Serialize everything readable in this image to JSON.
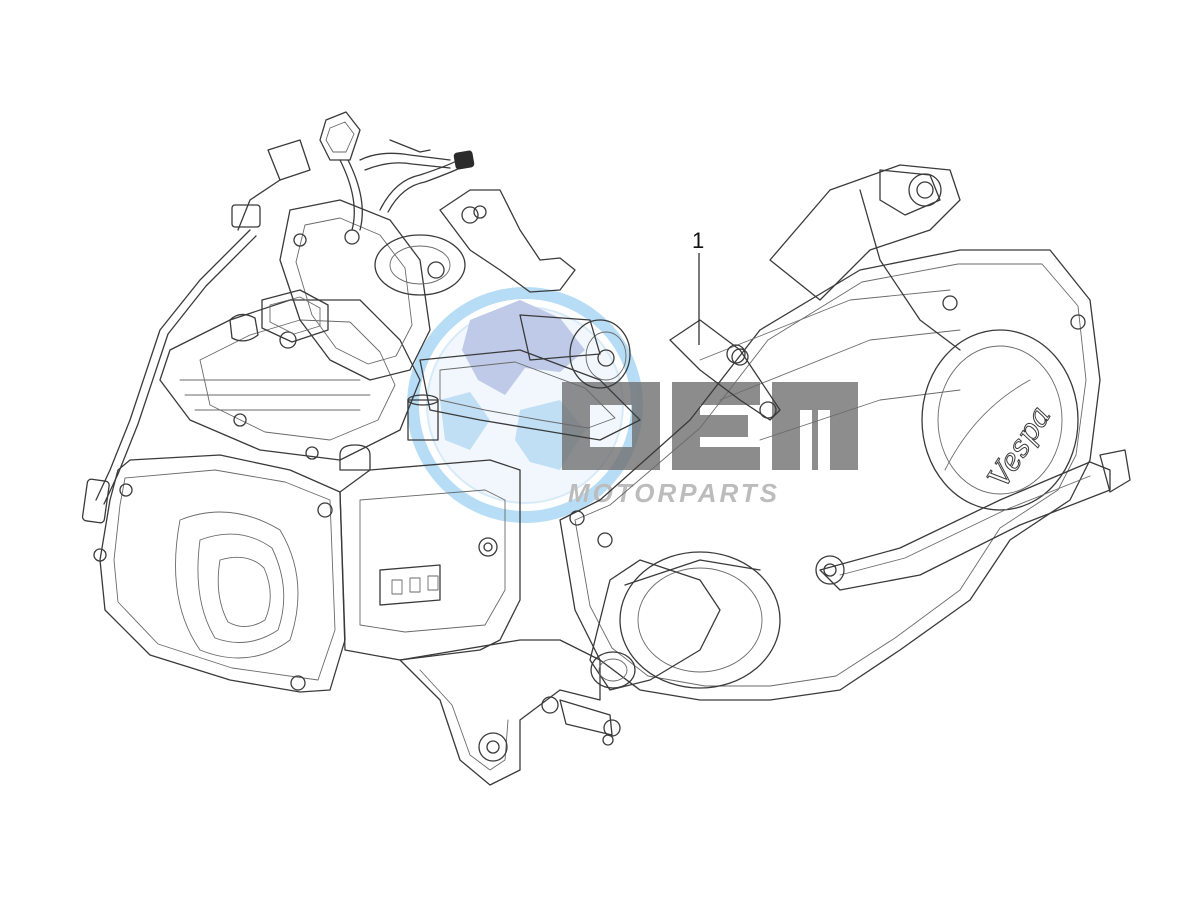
{
  "callouts": [
    {
      "number": "1"
    }
  ],
  "watermark": {
    "logo_text": "OEM",
    "sub_text": "MOTORPARTS",
    "logo_color": "#6f6f6f",
    "globe_color": "#4aa8e0"
  },
  "brand_script": "Vespa",
  "line_color": "#3a3a3a"
}
